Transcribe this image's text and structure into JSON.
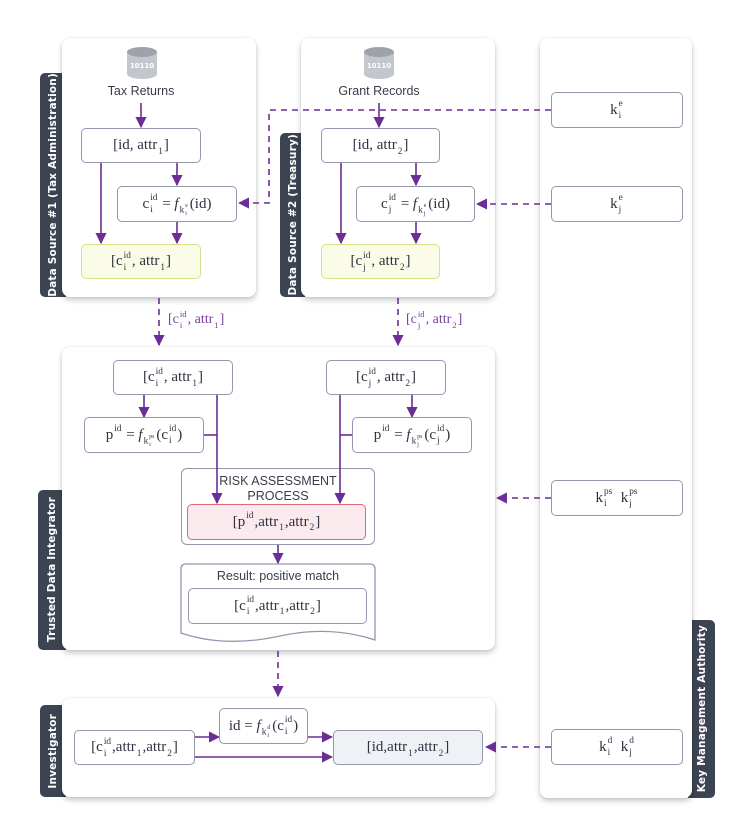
{
  "colors": {
    "accent": "#6b2d96",
    "tab": "#3d4451",
    "highlight_yellow": "#fbfce8",
    "highlight_pink": "#fbeaed"
  },
  "panels": {
    "data_source_1": {
      "label": "Data Source #1 (Tax Administration)",
      "db_icon_text": "10110",
      "db_name": "Tax Returns"
    },
    "data_source_2": {
      "label": "Data Source #2 (Treasury)",
      "db_icon_text": "10110",
      "db_name": "Grant Records"
    },
    "trusted_integrator": {
      "label": "Trusted Data Integrator",
      "risk_title_1": "RISK ASSESSMENT",
      "risk_title_2": "PROCESS",
      "result_title": "Result: positive match"
    },
    "investigator": {
      "label": "Investigator"
    },
    "key_authority": {
      "label": "Key Management Authority"
    }
  },
  "formulas": {
    "ds1_record": [
      "[id, attr",
      {
        "sub": "1"
      },
      "]"
    ],
    "ds1_encrypt": [
      {
        "b": "c",
        "sup": "id",
        "sub": "i"
      },
      " = ",
      {
        "b": "f",
        "it": true,
        "sub": [
          {
            "b": "k",
            "sup": "e",
            "sub": "i"
          }
        ]
      },
      "(id)"
    ],
    "ds1_output": [
      "[",
      {
        "b": "c",
        "sup": "id",
        "sub": "i"
      },
      ", attr",
      {
        "sub": "1"
      },
      "]"
    ],
    "ds2_record": [
      "[id, attr",
      {
        "sub": "2"
      },
      "]"
    ],
    "ds2_encrypt": [
      {
        "b": "c",
        "sup": "id",
        "sub": "j"
      },
      " = ",
      {
        "b": "f",
        "it": true,
        "sub": [
          {
            "b": "k",
            "sup": "e",
            "sub": "j"
          }
        ]
      },
      "(id)"
    ],
    "ds2_output": [
      "[",
      {
        "b": "c",
        "sup": "id",
        "sub": "j"
      },
      ", attr",
      {
        "sub": "2"
      },
      "]"
    ],
    "transfer_1": [
      "[",
      {
        "b": "c",
        "sup": "id",
        "sub": "i"
      },
      ", attr",
      {
        "sub": "1"
      },
      "]"
    ],
    "transfer_2": [
      "[",
      {
        "b": "c",
        "sup": "id",
        "sub": "j"
      },
      ", attr",
      {
        "sub": "2"
      },
      "]"
    ],
    "tdi_in_1": [
      "[",
      {
        "b": "c",
        "sup": "id",
        "sub": "i"
      },
      ", attr",
      {
        "sub": "1"
      },
      "]"
    ],
    "tdi_in_2": [
      "[",
      {
        "b": "c",
        "sup": "id",
        "sub": "j"
      },
      ", attr",
      {
        "sub": "2"
      },
      "]"
    ],
    "tdi_pseudo_1": [
      {
        "b": "p",
        "sup": "id"
      },
      " = ",
      {
        "b": "f",
        "it": true,
        "sub": [
          {
            "b": "k",
            "sup": "ps",
            "sub": "i"
          }
        ]
      },
      "(",
      {
        "b": "c",
        "sup": "id",
        "sub": "i"
      },
      ")"
    ],
    "tdi_pseudo_2": [
      {
        "b": "p",
        "sup": "id"
      },
      " = ",
      {
        "b": "f",
        "it": true,
        "sub": [
          {
            "b": "k",
            "sup": "ps",
            "sub": "j"
          }
        ]
      },
      "(",
      {
        "b": "c",
        "sup": "id",
        "sub": "j"
      },
      ")"
    ],
    "risk_record": [
      "[",
      {
        "b": "p",
        "sup": "id"
      },
      ",attr",
      {
        "sub": "1"
      },
      ",attr",
      {
        "sub": "2"
      },
      "]"
    ],
    "result_record": [
      "[",
      {
        "b": "c",
        "sup": "id",
        "sub": "i"
      },
      ",attr",
      {
        "sub": "1"
      },
      ",attr",
      {
        "sub": "2"
      },
      "]"
    ],
    "inv_input": [
      "[",
      {
        "b": "c",
        "sup": "id",
        "sub": "i"
      },
      ",attr",
      {
        "sub": "1"
      },
      ",attr",
      {
        "sub": "2"
      },
      "]"
    ],
    "inv_decrypt": [
      "id = ",
      {
        "b": "f",
        "it": true,
        "sub": [
          {
            "b": "k",
            "sup": "d",
            "sub": "i"
          }
        ]
      },
      "(",
      {
        "b": "c",
        "sup": "id",
        "sub": "i"
      },
      ")"
    ],
    "inv_output": [
      "[id,attr",
      {
        "sub": "1"
      },
      ",attr",
      {
        "sub": "2"
      },
      "]"
    ],
    "key_enc_i": [
      {
        "b": "k",
        "sup": "e",
        "sub": "i"
      }
    ],
    "key_enc_j": [
      {
        "b": "k",
        "sup": "e",
        "sub": "j"
      }
    ],
    "key_ps": [
      {
        "b": "k",
        "sup": "ps",
        "sub": "i"
      },
      "  ",
      {
        "b": "k",
        "sup": "ps",
        "sub": "j"
      }
    ],
    "key_dec": [
      {
        "b": "k",
        "sup": "d",
        "sub": "i"
      },
      "  ",
      {
        "b": "k",
        "sup": "d",
        "sub": "j"
      }
    ]
  }
}
